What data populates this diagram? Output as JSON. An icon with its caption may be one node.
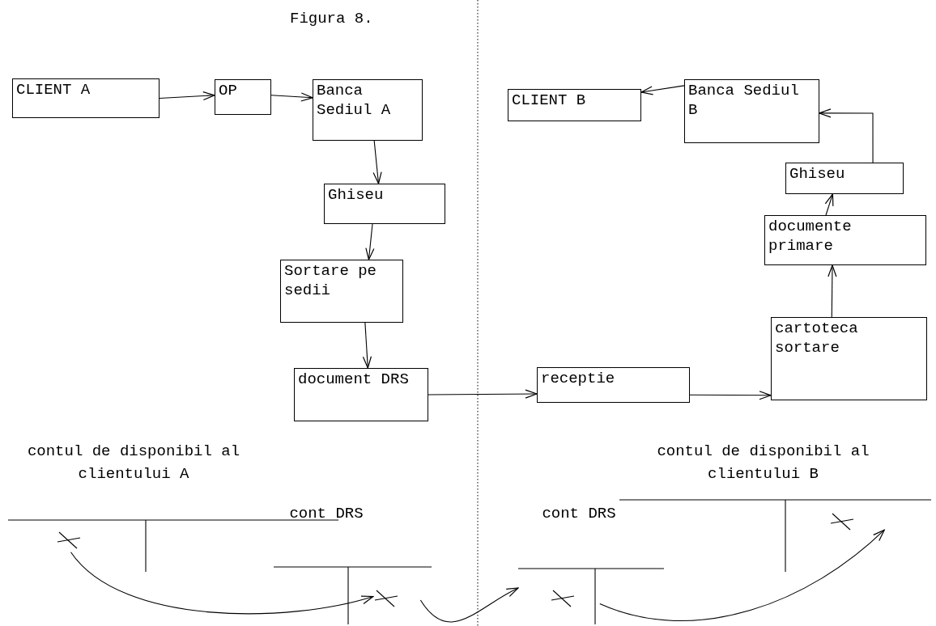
{
  "diagram": {
    "title": "Figura 8.",
    "nodes": [
      {
        "text": [
          "CLIENT A"
        ]
      },
      {
        "text": [
          "OP"
        ]
      },
      {
        "text": [
          "Banca Sediul A"
        ]
      },
      {
        "text": [
          "Ghiseu"
        ]
      },
      {
        "text": [
          "Sortare pe sedii"
        ]
      },
      {
        "text": [
          "document DRS"
        ]
      },
      {
        "text": [
          "receptie"
        ]
      },
      {
        "text": [
          "cartoteca sortare"
        ]
      },
      {
        "text": [
          "documente primare"
        ]
      },
      {
        "text": [
          "Ghiseu"
        ]
      },
      {
        "text": [
          "Banca Sediul B"
        ]
      },
      {
        "text": [
          "CLIENT B"
        ]
      },
      {
        "text": [
          "contul de disponibil al clientului A"
        ]
      },
      {
        "text": [
          "cont DRS"
        ]
      },
      {
        "text": [
          "cont DRS"
        ]
      },
      {
        "text": [
          "contul de disponibil al clientului B"
        ]
      }
    ],
    "edges": [
      {
        "from": 0,
        "to": 1,
        "arrow": "to"
      },
      {
        "from": 1,
        "to": 2,
        "arrow": "to"
      },
      {
        "from": 2,
        "to": 3,
        "arrow": "to"
      },
      {
        "from": 3,
        "to": 4,
        "arrow": "to"
      },
      {
        "from": 4,
        "to": 5,
        "arrow": "to"
      },
      {
        "from": 5,
        "to": 6,
        "arrow": "to"
      },
      {
        "from": 6,
        "to": 7,
        "arrow": "to"
      },
      {
        "from": 7,
        "to": 8,
        "arrow": "to"
      },
      {
        "from": 8,
        "to": 9,
        "arrow": "to"
      },
      {
        "from": 9,
        "to": 10,
        "arrow": "to"
      },
      {
        "from": 10,
        "to": 11,
        "arrow": "to"
      },
      {
        "from": 12,
        "to": 13,
        "arrow": "to"
      },
      {
        "from": 13,
        "to": 14,
        "arrow": "to"
      },
      {
        "from": 14,
        "to": 15,
        "arrow": "to"
      }
    ]
  }
}
